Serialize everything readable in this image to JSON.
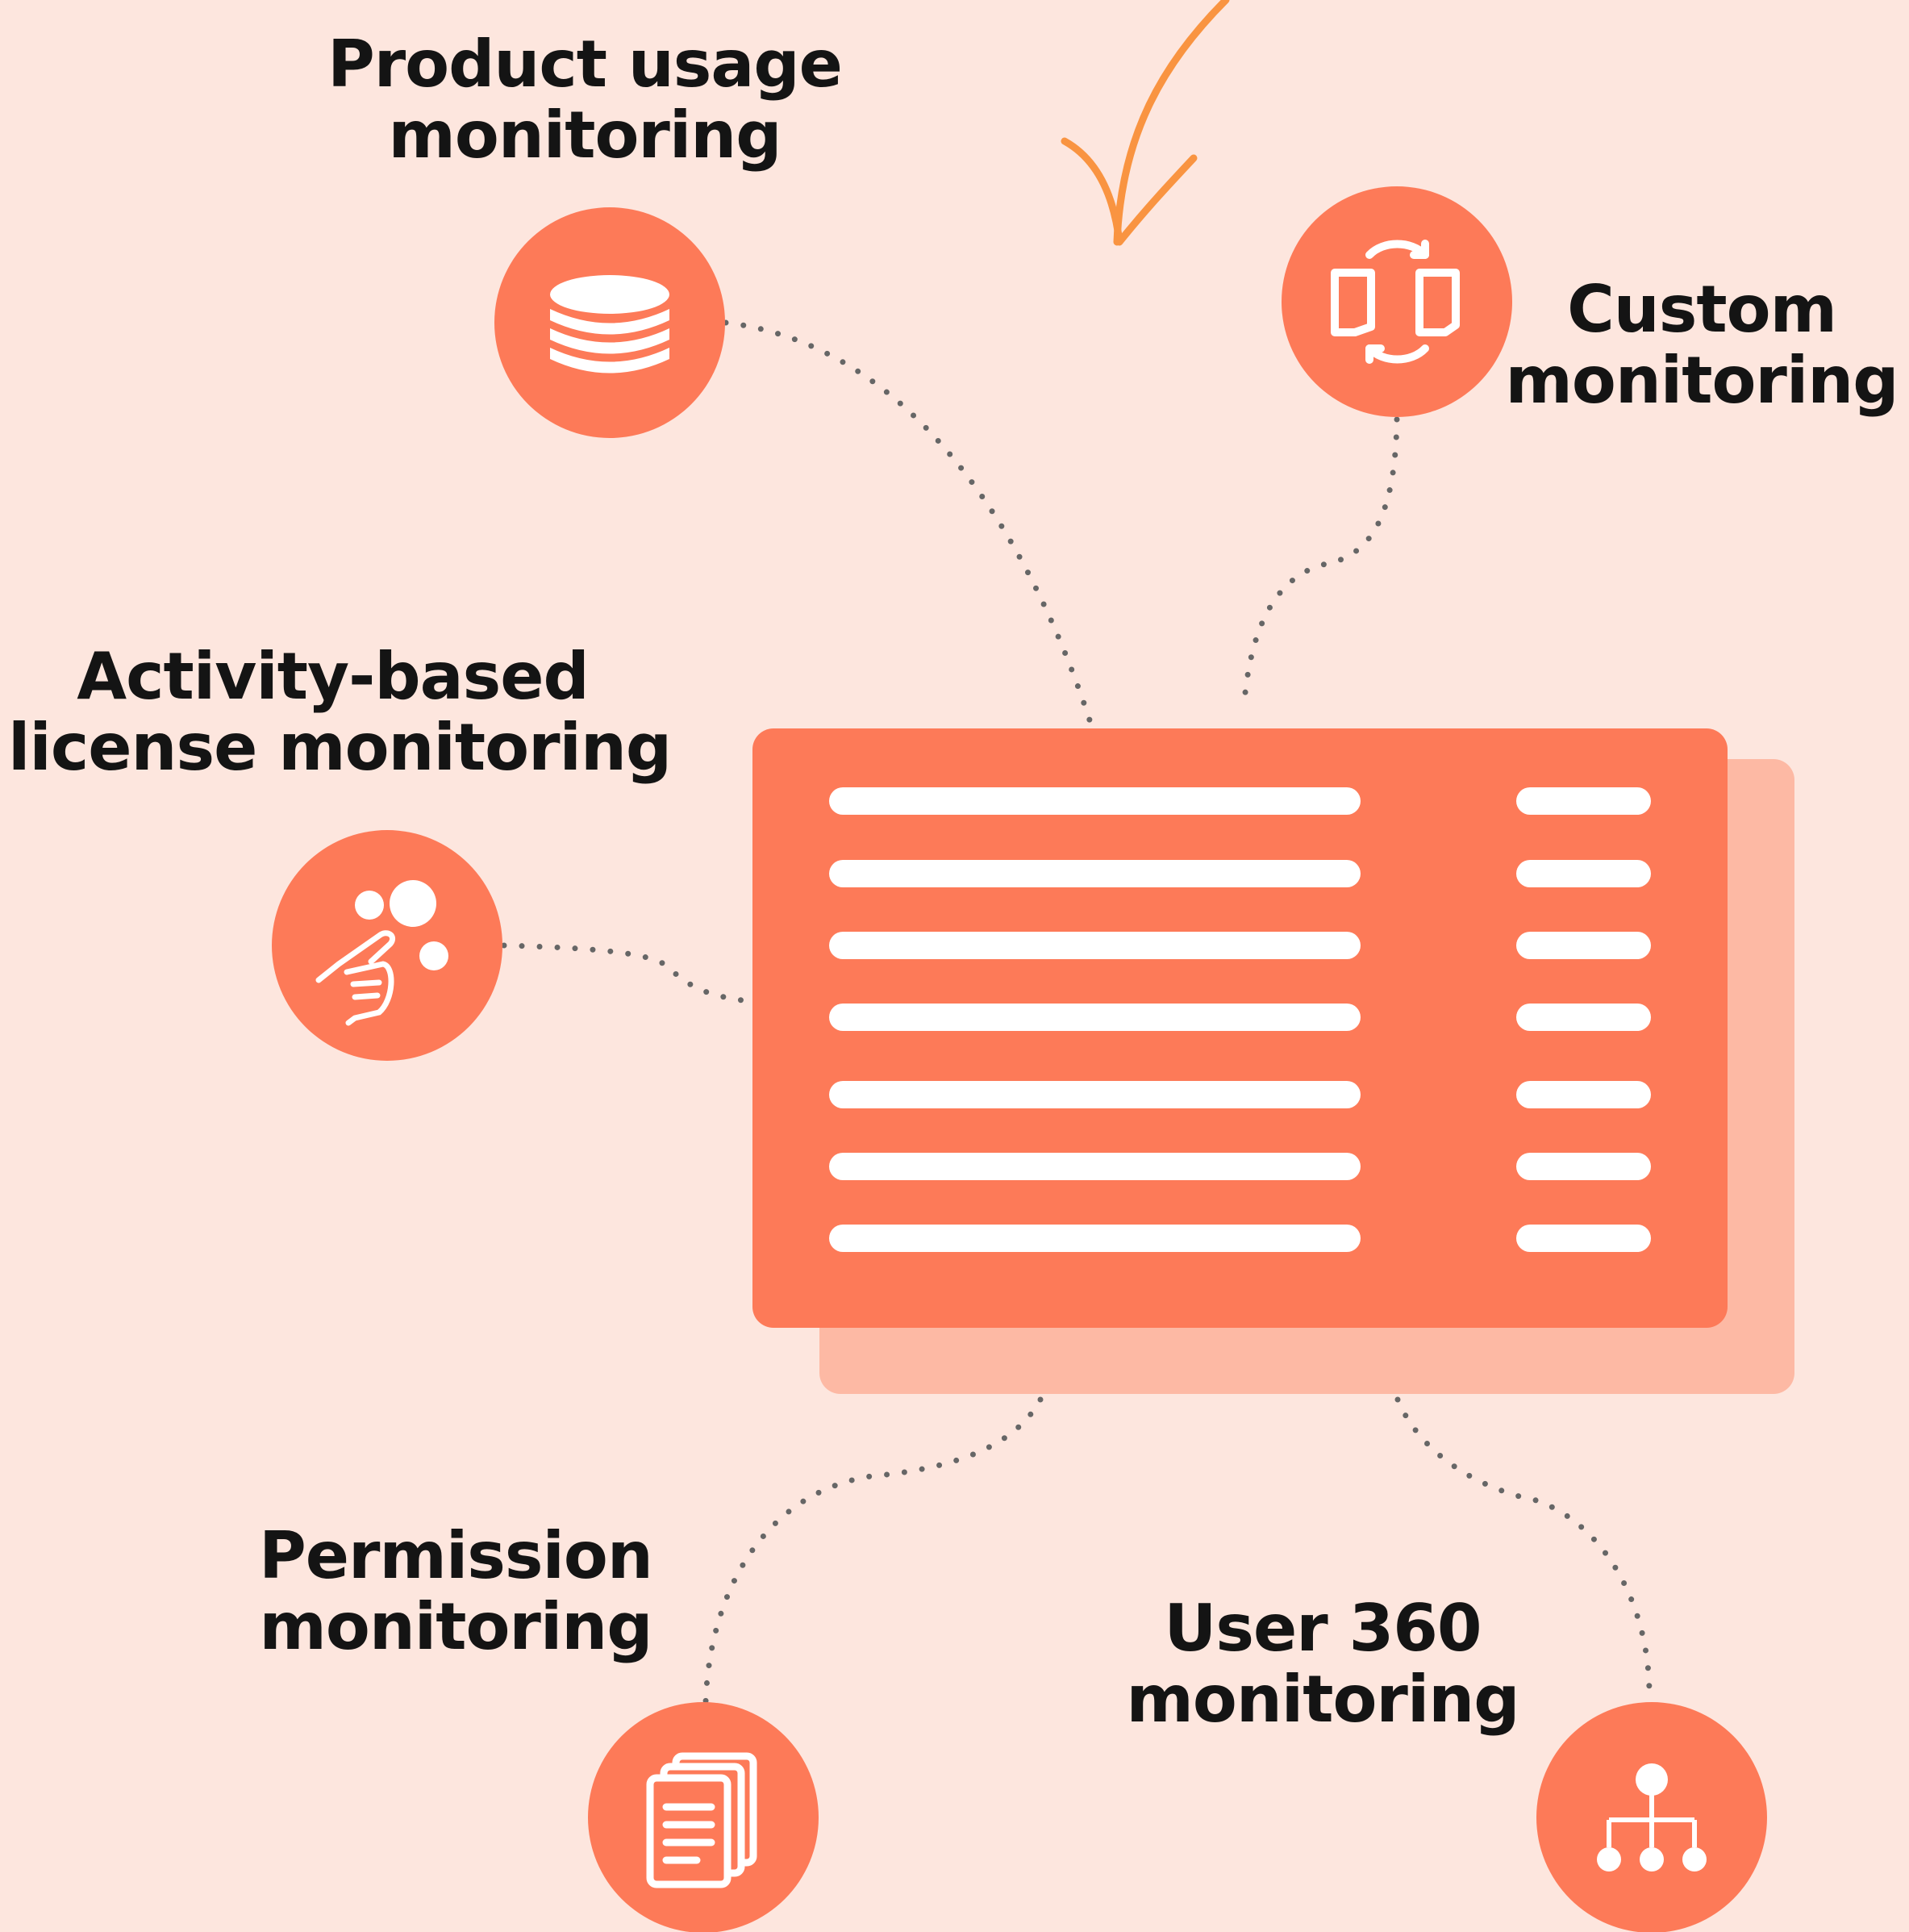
{
  "colors": {
    "background": "#fde6de",
    "accent": "#fd7a58",
    "accent_light": "#fdb9a4",
    "arrow": "#f99441",
    "connector": "#666666",
    "text": "#141414",
    "line_fill": "#ffffff"
  },
  "labels": {
    "product_usage": {
      "line1": "Product usage",
      "line2": "monitoring"
    },
    "custom": {
      "line1": "Custom",
      "line2": "monitoring"
    },
    "activity": {
      "line1": "Activity-based",
      "line2": "license monitoring"
    },
    "permission": {
      "line1": "Permission",
      "line2": "monitoring"
    },
    "user360": {
      "line1": "User 360",
      "line2": "monitoring"
    }
  },
  "icons": {
    "product_usage": "database-stack-icon",
    "custom": "sync-documents-icon",
    "activity": "hand-pointing-bubbles-icon",
    "permission": "document-stack-icon",
    "user360": "hierarchy-tree-icon"
  }
}
